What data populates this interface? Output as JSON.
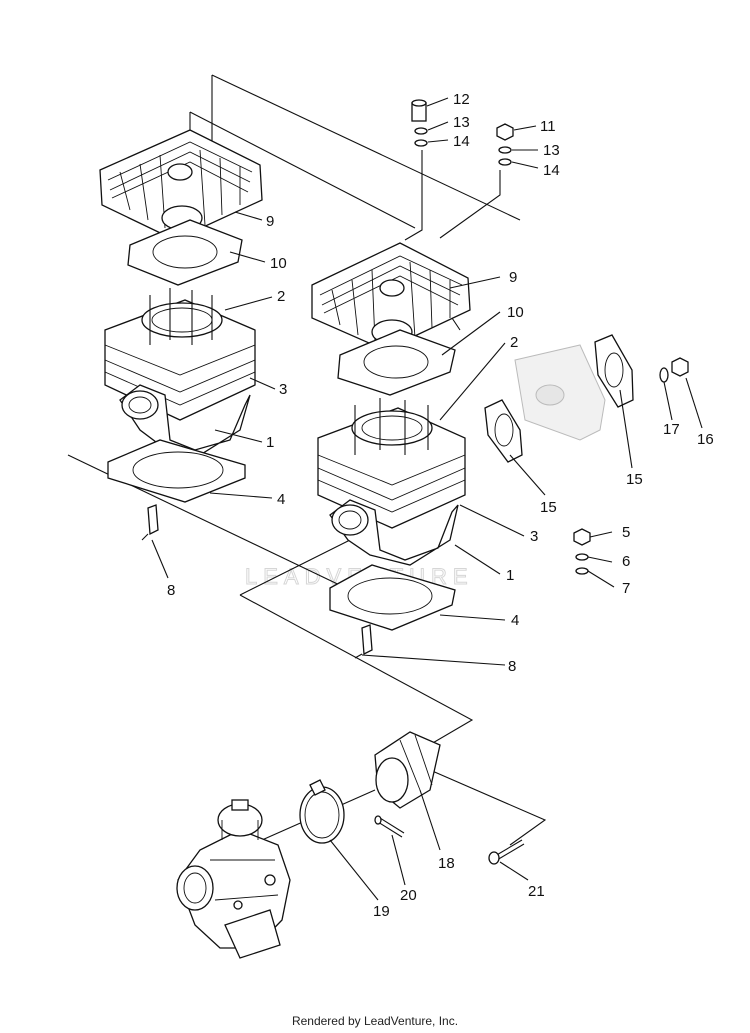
{
  "watermark": "LEADVENTURE",
  "footer": "Rendered by LeadVenture, Inc.",
  "callouts": [
    {
      "id": "c12",
      "text": "12"
    },
    {
      "id": "c13a",
      "text": "13"
    },
    {
      "id": "c14a",
      "text": "14"
    },
    {
      "id": "c11",
      "text": "11"
    },
    {
      "id": "c13b",
      "text": "13"
    },
    {
      "id": "c14b",
      "text": "14"
    },
    {
      "id": "c9a",
      "text": "9"
    },
    {
      "id": "c10a",
      "text": "10"
    },
    {
      "id": "c2a",
      "text": "2"
    },
    {
      "id": "c3a",
      "text": "3"
    },
    {
      "id": "c1a",
      "text": "1"
    },
    {
      "id": "c4a",
      "text": "4"
    },
    {
      "id": "c8a",
      "text": "8"
    },
    {
      "id": "c9b",
      "text": "9"
    },
    {
      "id": "c10b",
      "text": "10"
    },
    {
      "id": "c2b",
      "text": "2"
    },
    {
      "id": "c15a",
      "text": "15"
    },
    {
      "id": "c15b",
      "text": "15"
    },
    {
      "id": "c17",
      "text": "17"
    },
    {
      "id": "c16",
      "text": "16"
    },
    {
      "id": "c3b",
      "text": "3"
    },
    {
      "id": "c5",
      "text": "5"
    },
    {
      "id": "c6",
      "text": "6"
    },
    {
      "id": "c7",
      "text": "7"
    },
    {
      "id": "c1b",
      "text": "1"
    },
    {
      "id": "c4b",
      "text": "4"
    },
    {
      "id": "c8b",
      "text": "8"
    },
    {
      "id": "c18",
      "text": "18"
    },
    {
      "id": "c20",
      "text": "20"
    },
    {
      "id": "c19",
      "text": "19"
    },
    {
      "id": "c21",
      "text": "21"
    }
  ]
}
